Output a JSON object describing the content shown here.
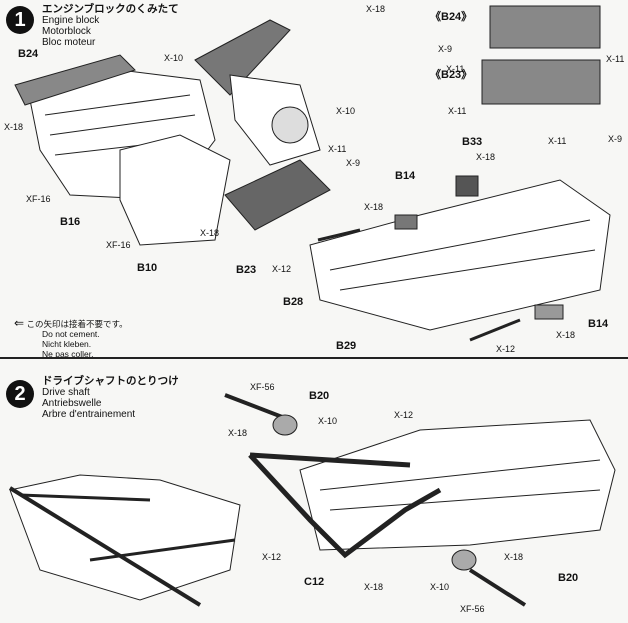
{
  "step1": {
    "number": "1",
    "title_jp": "エンジンブロックのくみたて",
    "title_de": "Engine block",
    "title_de2": "Motorblock",
    "title_fr": "Bloc moteur",
    "variant_a": "《B24》",
    "variant_b": "《B23》",
    "warning_jp": "この矢印は接着不要です。",
    "warning_en": "Do not cement.",
    "warning_de": "Nicht kleben.",
    "warning_fr": "Ne pas coller.",
    "parts": {
      "b24": "B24",
      "b16": "B16",
      "b10": "B10",
      "b23": "B23",
      "b33": "B33",
      "b14a": "B14",
      "b14b": "B14",
      "b28": "B28",
      "b29": "B29"
    },
    "screws": {
      "x18a": "X-18",
      "x18b": "X-18",
      "x18c": "X-18",
      "x18d": "X-18",
      "x18e": "X-18",
      "x18f": "X-18",
      "x10a": "X-10",
      "x10b": "X-10",
      "x11a": "X-11",
      "x11b": "X-11",
      "x11c": "X-11",
      "x11d": "X-11",
      "x11e": "X-11",
      "x9a": "X-9",
      "x9b": "X-9",
      "x9c": "X-9",
      "xf16a": "XF-16",
      "xf16b": "XF-16",
      "x12a": "X-12",
      "x12b": "X-12"
    }
  },
  "step2": {
    "number": "2",
    "title_jp": "ドライブシャフトのとりつけ",
    "title_en": "Drive shaft",
    "title_de": "Antriebswelle",
    "title_fr": "Arbre d'entrainement",
    "parts": {
      "b20a": "B20",
      "b20b": "B20",
      "c12": "C12"
    },
    "screws": {
      "xf56a": "XF-56",
      "xf56b": "XF-56",
      "x18a": "X-18",
      "x18b": "X-18",
      "x18c": "X-18",
      "x10a": "X-10",
      "x10b": "X-10",
      "x12a": "X-12",
      "x12b": "X-12"
    }
  }
}
